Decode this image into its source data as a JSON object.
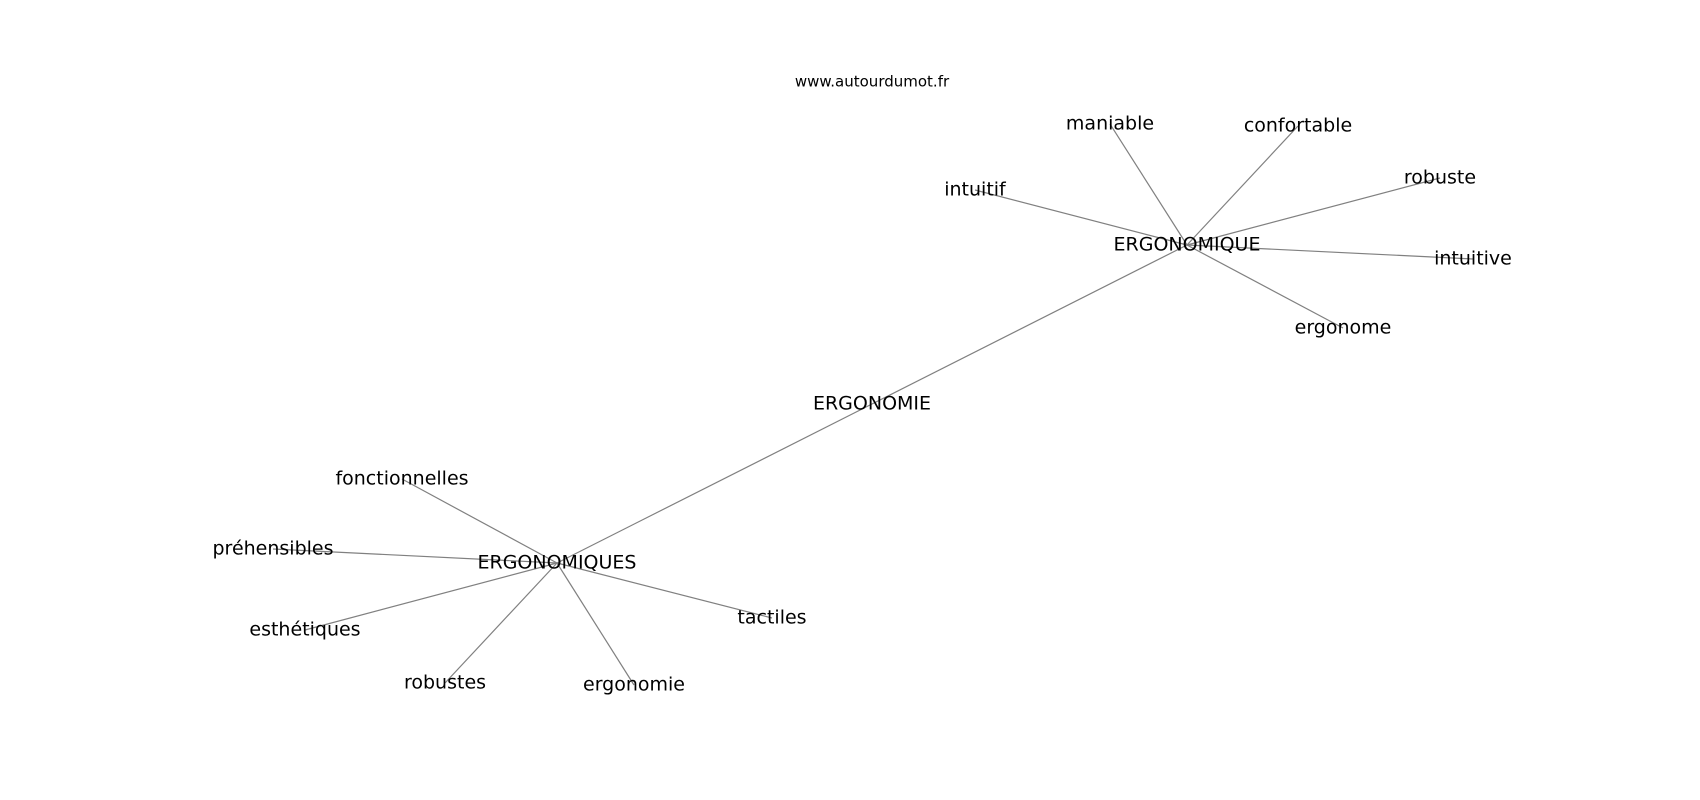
{
  "watermark": "www.autourdumot.fr",
  "graph": {
    "center": "ERGONOMIE",
    "hubs": {
      "ergonomique": "ERGONOMIQUE",
      "ergonomiques": "ERGONOMIQUES"
    },
    "ergonomique_neighbors": {
      "intuitif": "intuitif",
      "maniable": "maniable",
      "confortable": "confortable",
      "robuste": "robuste",
      "intuitive": "intuitive",
      "ergonome": "ergonome"
    },
    "ergonomiques_neighbors": {
      "fonctionnelles": "fonctionnelles",
      "prehensibles": "préhensibles",
      "esthetiques": "esthétiques",
      "robustes": "robustes",
      "ergonomie": "ergonomie",
      "tactiles": "tactiles"
    },
    "edges": [
      [
        "center",
        "ergonomique"
      ],
      [
        "center",
        "ergonomiques"
      ],
      [
        "ergonomique",
        "intuitif"
      ],
      [
        "ergonomique",
        "maniable"
      ],
      [
        "ergonomique",
        "confortable"
      ],
      [
        "ergonomique",
        "robuste"
      ],
      [
        "ergonomique",
        "intuitive"
      ],
      [
        "ergonomique",
        "ergonome"
      ],
      [
        "ergonomiques",
        "fonctionnelles"
      ],
      [
        "ergonomiques",
        "prehensibles"
      ],
      [
        "ergonomiques",
        "esthetiques"
      ],
      [
        "ergonomiques",
        "robustes"
      ],
      [
        "ergonomiques",
        "ergonomie"
      ],
      [
        "ergonomiques",
        "tactiles"
      ]
    ],
    "edge_color": "#808080"
  }
}
